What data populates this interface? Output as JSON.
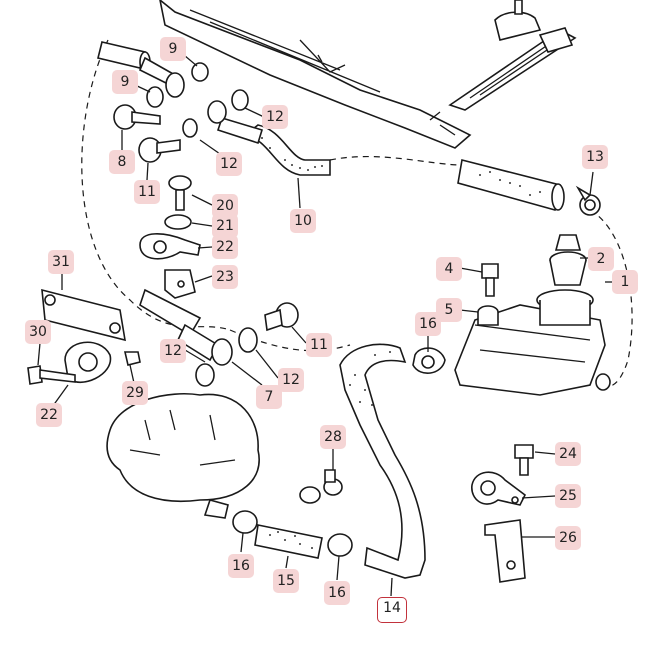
{
  "diagram": {
    "callouts": [
      {
        "id": "9a",
        "label": "9"
      },
      {
        "id": "9b",
        "label": "9"
      },
      {
        "id": "12a",
        "label": "12"
      },
      {
        "id": "12b",
        "label": "12"
      },
      {
        "id": "8",
        "label": "8"
      },
      {
        "id": "11a",
        "label": "11"
      },
      {
        "id": "10",
        "label": "10"
      },
      {
        "id": "13",
        "label": "13"
      },
      {
        "id": "20",
        "label": "20"
      },
      {
        "id": "21",
        "label": "21"
      },
      {
        "id": "22a",
        "label": "22"
      },
      {
        "id": "23",
        "label": "23"
      },
      {
        "id": "2",
        "label": "2"
      },
      {
        "id": "1",
        "label": "1"
      },
      {
        "id": "4",
        "label": "4"
      },
      {
        "id": "5",
        "label": "5"
      },
      {
        "id": "31",
        "label": "31"
      },
      {
        "id": "16a",
        "label": "16"
      },
      {
        "id": "11b",
        "label": "11"
      },
      {
        "id": "30",
        "label": "30"
      },
      {
        "id": "12c",
        "label": "12"
      },
      {
        "id": "12d",
        "label": "12"
      },
      {
        "id": "7",
        "label": "7"
      },
      {
        "id": "29",
        "label": "29"
      },
      {
        "id": "22b",
        "label": "22"
      },
      {
        "id": "28",
        "label": "28"
      },
      {
        "id": "24",
        "label": "24"
      },
      {
        "id": "25",
        "label": "25"
      },
      {
        "id": "26",
        "label": "26"
      },
      {
        "id": "16b",
        "label": "16"
      },
      {
        "id": "15",
        "label": "15"
      },
      {
        "id": "16c",
        "label": "16"
      },
      {
        "id": "14",
        "label": "14"
      }
    ],
    "active_callout": "14",
    "colors": {
      "callout_fill": "#f5d5d5",
      "active_border": "#c2323c",
      "line": "#1a1a1a"
    }
  }
}
